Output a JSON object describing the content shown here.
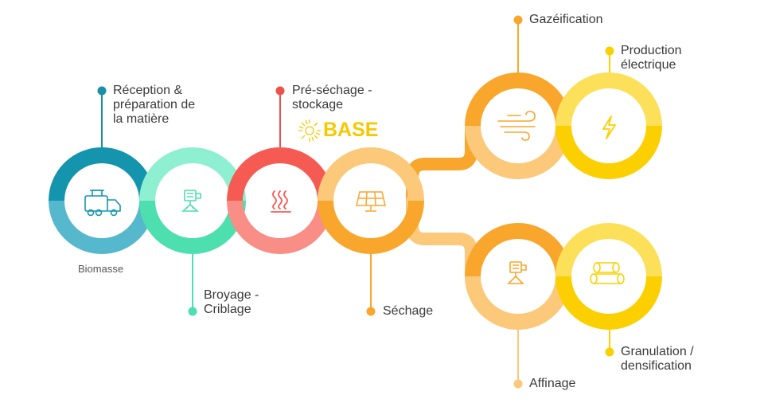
{
  "colors": {
    "biomasse_top": "#1495ad",
    "biomasse_bottom": "#56b8cd",
    "broyage_top": "#8ef0d0",
    "broyage_bottom": "#4ddfae",
    "presechage_top": "#f55b52",
    "presechage_bottom": "#f88e86",
    "sechage_top": "#fcc87a",
    "sechage_bottom": "#f9a62c",
    "orange": "#f9a62c",
    "light_orange": "#fcc87a",
    "yellow_light": "#fde05a",
    "yellow": "#fcd000",
    "dot_biomasse": "#1a8fa8",
    "dot_broyage": "#4ddfae",
    "dot_presechage": "#f0504a",
    "dot_sechage": "#f9a62c",
    "dot_gazeification": "#f9a62c",
    "dot_production": "#fcd000",
    "dot_affinage": "#fcc87a",
    "dot_granulation": "#fcd000",
    "line_grey": "#d8d8d8"
  },
  "labels": {
    "reception": [
      "Réception  &",
      "préparation de",
      "la matière"
    ],
    "biomasse": "Biomasse",
    "broyage": [
      "Broyage -",
      "Criblage"
    ],
    "presechage": [
      "Pré-séchage -",
      "stockage"
    ],
    "base_logo": "BASE",
    "sechage": "Séchage",
    "gazeification": "Gazéification",
    "production": [
      "Production",
      "électrique"
    ],
    "affinage": "Affinage",
    "granulation": [
      "Granulation /",
      "densification"
    ]
  },
  "icons": {
    "biomasse": "truck-icon",
    "broyage": "crusher-icon",
    "presechage": "heat-icon",
    "sechage": "solar-panel-icon",
    "gazeification": "wind-icon",
    "production": "lightning-icon",
    "affinage": "sieve-icon",
    "granulation": "pellets-icon"
  }
}
